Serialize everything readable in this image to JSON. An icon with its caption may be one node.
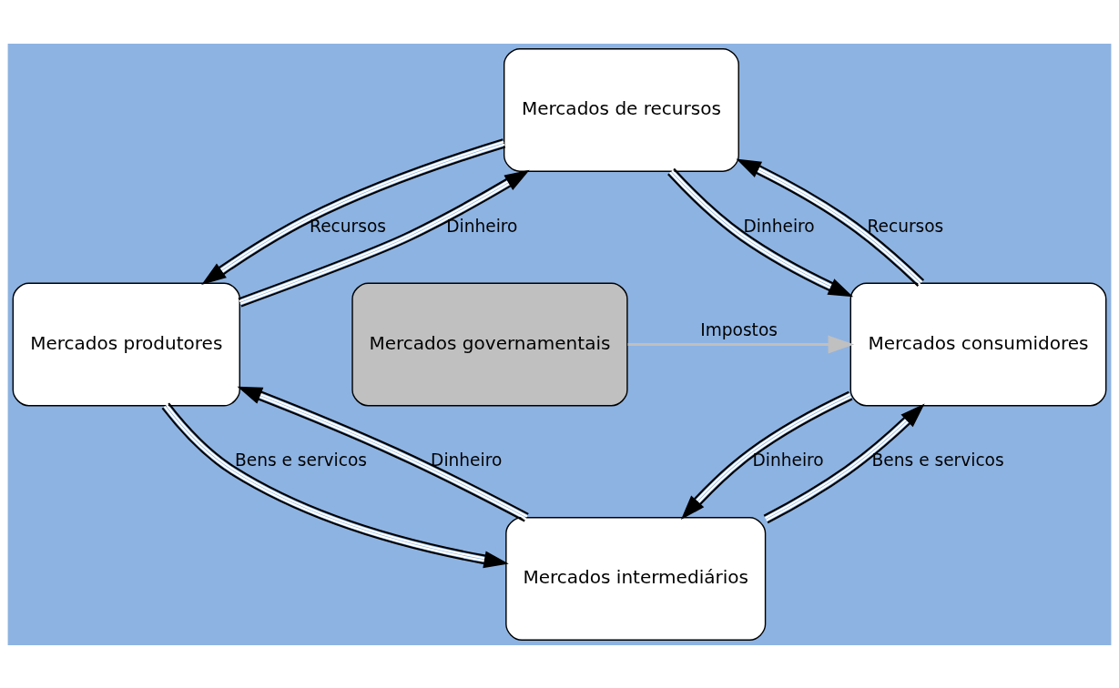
{
  "diagram": {
    "nodes": [
      {
        "text": [
          "Mercados de recursos"
        ]
      },
      {
        "text": [
          "Mercados produtores"
        ]
      },
      {
        "text": [
          "Mercados governamentais"
        ]
      },
      {
        "text": [
          "Mercados consumidores"
        ]
      },
      {
        "text": [
          "Mercados intermediários"
        ]
      }
    ],
    "edges": [
      {
        "from": 0,
        "to": 1,
        "arrow": "to",
        "label": "Recursos"
      },
      {
        "from": 1,
        "to": 0,
        "arrow": "to",
        "label": "Dinheiro"
      },
      {
        "from": 3,
        "to": 0,
        "arrow": "to",
        "label": "Recursos"
      },
      {
        "from": 0,
        "to": 3,
        "arrow": "to",
        "label": "Dinheiro"
      },
      {
        "from": 2,
        "to": 3,
        "arrow": "to",
        "label": "Impostos",
        "color": "#c0c0c0"
      },
      {
        "from": 4,
        "to": 1,
        "arrow": "to",
        "label": "Dinheiro"
      },
      {
        "from": 1,
        "to": 4,
        "arrow": "to",
        "label": "Bens e servicos"
      },
      {
        "from": 3,
        "to": 4,
        "arrow": "to",
        "label": "Dinheiro"
      },
      {
        "from": 4,
        "to": 3,
        "arrow": "to",
        "label": "Bens e servicos"
      }
    ]
  }
}
